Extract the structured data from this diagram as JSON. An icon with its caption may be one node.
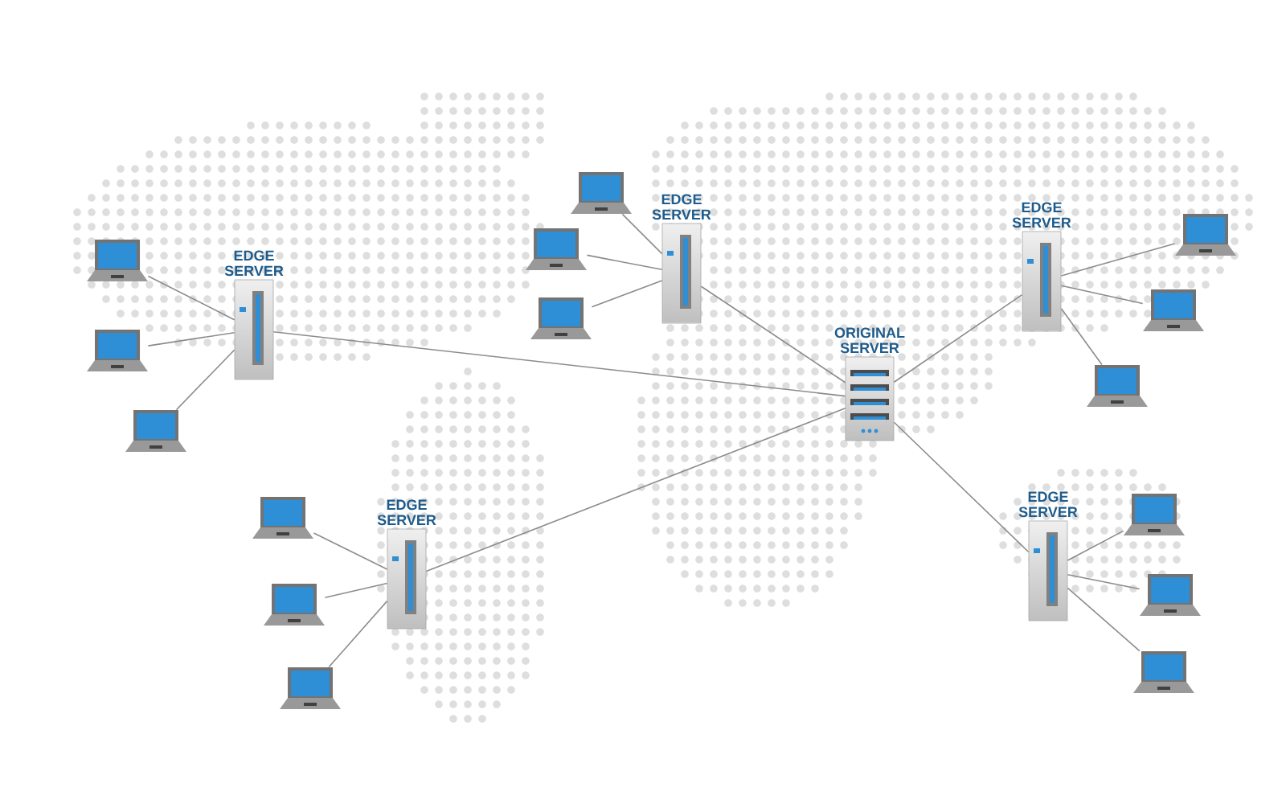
{
  "diagram": {
    "nodes": [
      {
        "text": [
          "ORIGINAL SERVER"
        ]
      },
      {
        "text": [
          "EDGE SERVER"
        ]
      },
      {
        "text": [
          "EDGE SERVER"
        ]
      },
      {
        "text": [
          "EDGE SERVER"
        ]
      },
      {
        "text": [
          "EDGE SERVER"
        ]
      },
      {
        "text": [
          "EDGE SERVER"
        ]
      },
      {
        "text": [],
        "shape": "picture"
      },
      {
        "text": [],
        "shape": "picture"
      },
      {
        "text": [],
        "shape": "picture"
      },
      {
        "text": [],
        "shape": "picture"
      },
      {
        "text": [],
        "shape": "picture"
      },
      {
        "text": [],
        "shape": "picture"
      },
      {
        "text": [],
        "shape": "picture"
      },
      {
        "text": [],
        "shape": "picture"
      },
      {
        "text": [],
        "shape": "picture"
      },
      {
        "text": [],
        "shape": "picture"
      },
      {
        "text": [],
        "shape": "picture"
      },
      {
        "text": [],
        "shape": "picture"
      },
      {
        "text": [],
        "shape": "picture"
      },
      {
        "text": [],
        "shape": "picture"
      },
      {
        "text": [],
        "shape": "picture"
      }
    ],
    "edges": [
      {
        "from": 0,
        "to": 1,
        "arrow": "none"
      },
      {
        "from": 0,
        "to": 2,
        "arrow": "none"
      },
      {
        "from": 0,
        "to": 3,
        "arrow": "none"
      },
      {
        "from": 0,
        "to": 4,
        "arrow": "none"
      },
      {
        "from": 0,
        "to": 5,
        "arrow": "none"
      },
      {
        "from": 1,
        "to": 6,
        "arrow": "none"
      },
      {
        "from": 1,
        "to": 7,
        "arrow": "none"
      },
      {
        "from": 1,
        "to": 8,
        "arrow": "none"
      },
      {
        "from": 2,
        "to": 9,
        "arrow": "none"
      },
      {
        "from": 2,
        "to": 10,
        "arrow": "none"
      },
      {
        "from": 2,
        "to": 11,
        "arrow": "none"
      },
      {
        "from": 3,
        "to": 12,
        "arrow": "none"
      },
      {
        "from": 3,
        "to": 13,
        "arrow": "none"
      },
      {
        "from": 3,
        "to": 14,
        "arrow": "none"
      },
      {
        "from": 4,
        "to": 15,
        "arrow": "none"
      },
      {
        "from": 4,
        "to": 16,
        "arrow": "none"
      },
      {
        "from": 4,
        "to": 17,
        "arrow": "none"
      },
      {
        "from": 5,
        "to": 18,
        "arrow": "none"
      },
      {
        "from": 5,
        "to": 19,
        "arrow": "none"
      },
      {
        "from": 5,
        "to": 20,
        "arrow": "none"
      }
    ]
  }
}
